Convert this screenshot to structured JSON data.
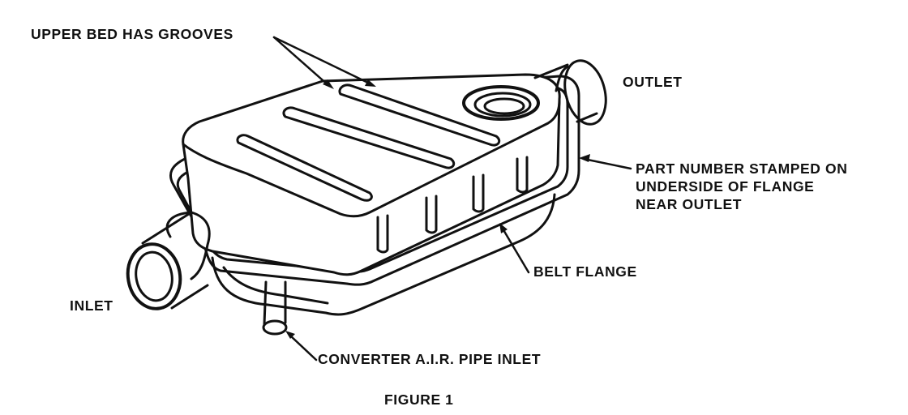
{
  "labels": {
    "upper_bed": "UPPER BED HAS GROOVES",
    "outlet": "OUTLET",
    "part_number": [
      "PART NUMBER STAMPED ON",
      "UNDERSIDE OF FLANGE",
      "NEAR OUTLET"
    ],
    "belt_flange": "BELT FLANGE",
    "inlet": "INLET",
    "air_pipe": "CONVERTER A.I.R. PIPE INLET"
  },
  "caption": "FIGURE 1",
  "colors": {
    "ink": "#111111",
    "paper": "#ffffff"
  }
}
